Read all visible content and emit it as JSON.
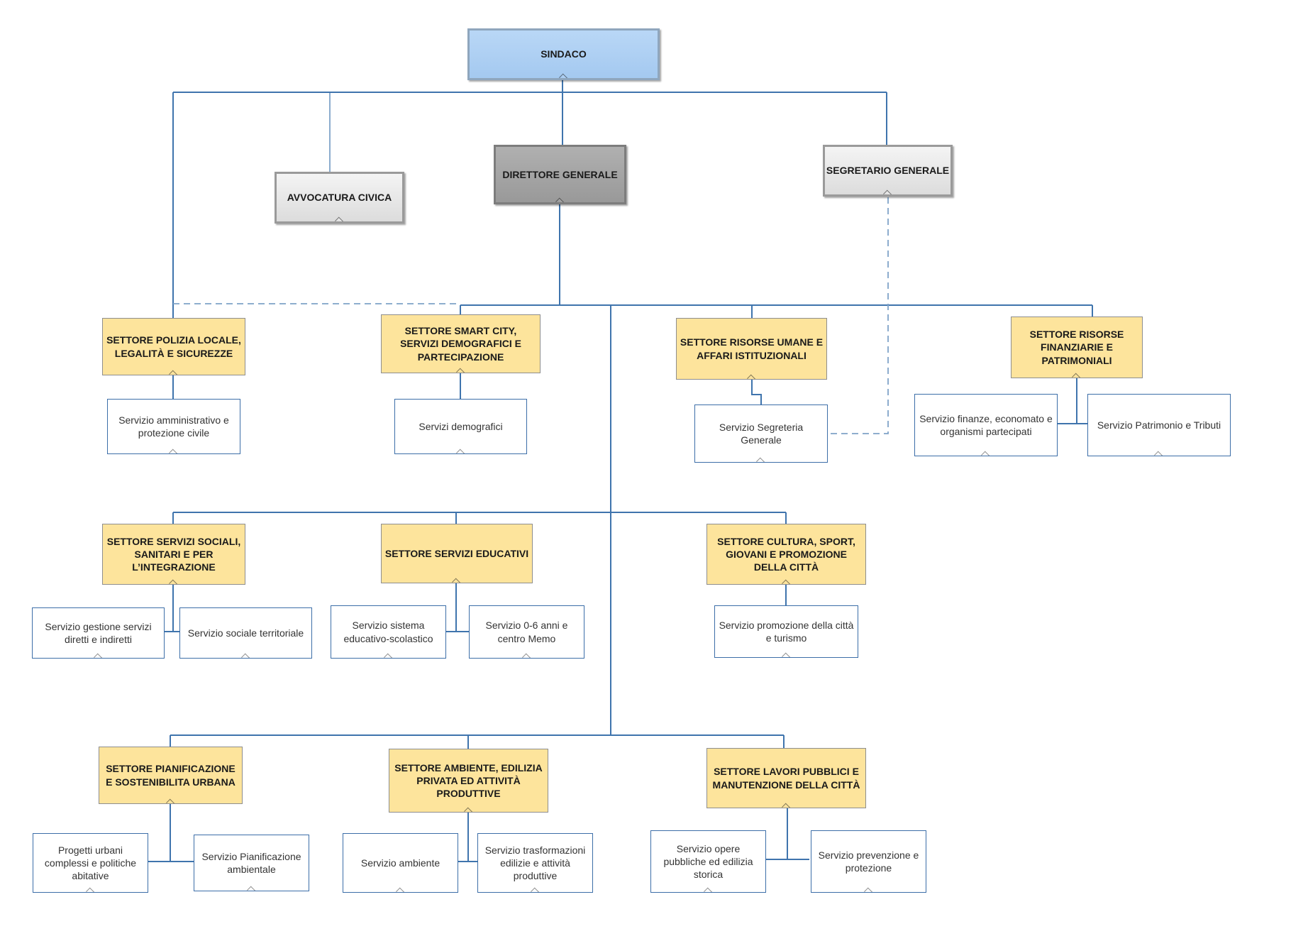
{
  "top": {
    "sindaco": "SINDACO"
  },
  "staff": {
    "direttore": "DIRETTORE GENERALE",
    "avvocatura": "AVVOCATURA CIVICA",
    "segretario": "SEGRETARIO GENERALE"
  },
  "sectors": {
    "polizia": "SETTORE POLIZIA LOCALE, LEGALITÀ  E SICUREZZE",
    "smart_city": "SETTORE SMART CITY, SERVIZI DEMOGRAFICI E PARTECIPAZIONE",
    "risorse_umane": "SETTORE RISORSE UMANE E AFFARI ISTITUZIONALI",
    "risorse_finanziarie": "SETTORE RISORSE FINANZIARIE E PATRIMONIALI",
    "servizi_sociali": "SETTORE SERVIZI SOCIALI, SANITARI E PER L’INTEGRAZIONE",
    "servizi_educativi": "SETTORE SERVIZI EDUCATIVI",
    "cultura": "SETTORE CULTURA, SPORT, GIOVANI E PROMOZIONE DELLA CITTÀ",
    "pianificazione": "SETTORE PIANIFICAZIONE E SOSTENIBILITA URBANA",
    "ambiente": "SETTORE AMBIENTE, EDILIZIA PRIVATA ED ATTIVITÀ PRODUTTIVE",
    "lavori_pubblici": "SETTORE LAVORI PUBBLICI E MANUTENZIONE DELLA CITTÀ"
  },
  "services": {
    "amministrativo": "Servizio amministrativo e protezione civile",
    "demografici": "Servizi demografici",
    "segreteria": "Servizio Segreteria Generale",
    "finanze": "Servizio finanze, economato e organismi partecipati",
    "patrimonio": "Servizio Patrimonio e Tributi",
    "gestione_servizi": "Servizio gestione servizi diretti e indiretti",
    "sociale_territoriale": "Servizio sociale territoriale",
    "sistema_educativo": "Servizio sistema educativo-scolastico",
    "zero_sei": "Servizio 0-6 anni e centro Memo",
    "promozione": "Servizio promozione della città e turismo",
    "progetti_urbani": "Progetti urbani complessi e politiche abitative",
    "pianificazione_ambientale": "Servizio Pianificazione ambientale",
    "servizio_ambiente": "Servizio ambiente",
    "trasformazioni": "Servizio trasformazioni edilizie e attività produttive",
    "opere_pubbliche": "Servizio opere pubbliche ed edilizia storica",
    "prevenzione": "Servizio prevenzione e protezione"
  },
  "colors": {
    "connector": "#3f74ad",
    "dashed_connector": "#7fa3c8",
    "sector_fill": "#fde49c",
    "top_fill": "#a8cbf2",
    "director_fill": "#9e9e9e",
    "staff_fill": "#e4e4e4"
  }
}
